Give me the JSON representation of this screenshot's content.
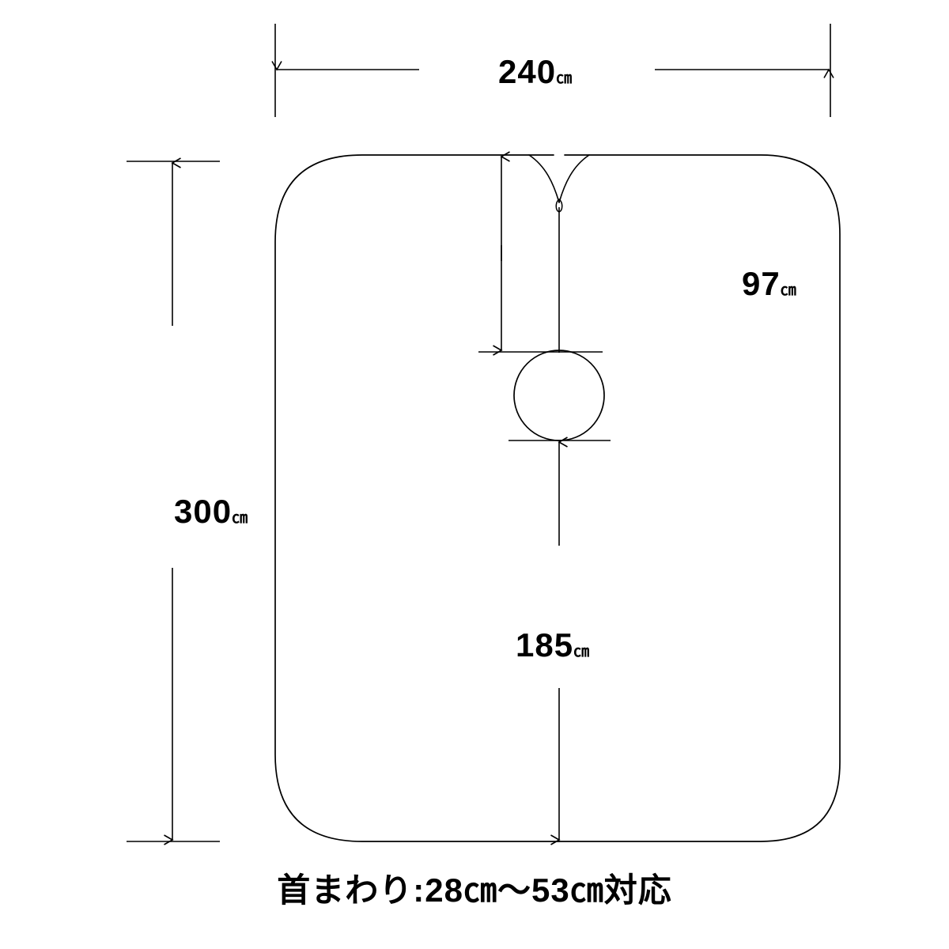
{
  "diagram": {
    "title_caption": "首まわり:28㎝～53㎝対応",
    "line_color": "#000000",
    "background_color": "#ffffff",
    "dimensions": {
      "width_top": {
        "value": "240",
        "unit": "㎝",
        "name": "overall-width"
      },
      "height_left": {
        "value": "300",
        "unit": "㎝",
        "name": "overall-height"
      },
      "neck_to_top": {
        "value": "97",
        "unit": "㎝",
        "name": "top-to-neck-hole"
      },
      "neck_to_bottom": {
        "value": "185",
        "unit": "㎝",
        "name": "neck-hole-to-bottom"
      }
    },
    "neck_range": {
      "label": "首まわり",
      "separator": ":",
      "min": "28㎝",
      "tilde": "～",
      "max": "53㎝",
      "suffix": "対応"
    }
  },
  "chart_data": {
    "type": "diagram",
    "title": "首まわり:28㎝～53㎝対応",
    "shape": "rounded-rectangle cape with circular neck hole and V slit",
    "measurements": [
      {
        "label": "240㎝",
        "axis": "horizontal",
        "position": "top",
        "value": 240,
        "unit": "cm"
      },
      {
        "label": "300㎝",
        "axis": "vertical",
        "position": "left",
        "value": 300,
        "unit": "cm"
      },
      {
        "label": "97㎝",
        "axis": "vertical",
        "position": "top-to-neck",
        "value": 97,
        "unit": "cm"
      },
      {
        "label": "185㎝",
        "axis": "vertical",
        "position": "neck-to-bottom",
        "value": 185,
        "unit": "cm"
      }
    ],
    "neck_circumference_min": 28,
    "neck_circumference_max": 53,
    "neck_unit": "cm"
  }
}
